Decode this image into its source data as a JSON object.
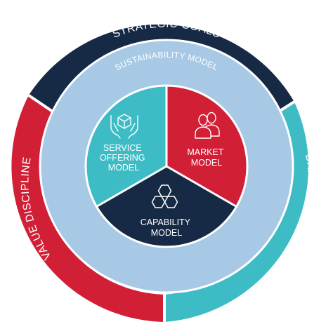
{
  "diagram": {
    "outer_ring": {
      "strategic_goals": {
        "label": "STRATEGIC GOALS",
        "color": "#172a45"
      },
      "brand_identity": {
        "label": "BRAND IDENTITY",
        "color": "#3dbcc6"
      },
      "value_discipline": {
        "label": "VALUE DISCIPLINE",
        "color": "#d11f36"
      }
    },
    "middle_ring": {
      "label": "SUSTAINABILITY MODEL",
      "color": "#a7c9e6"
    },
    "core": {
      "service_offering": {
        "line1": "SERVICE",
        "line2": "OFFERING",
        "line3": "MODEL",
        "color": "#3dbcc6",
        "icon": "hands-box-icon"
      },
      "market": {
        "line1": "MARKET",
        "line2": "MODEL",
        "color": "#d11f36",
        "icon": "people-icon"
      },
      "capability": {
        "line1": "CAPABILITY",
        "line2": "MODEL",
        "color": "#172a45",
        "icon": "hexagons-icon"
      }
    }
  }
}
